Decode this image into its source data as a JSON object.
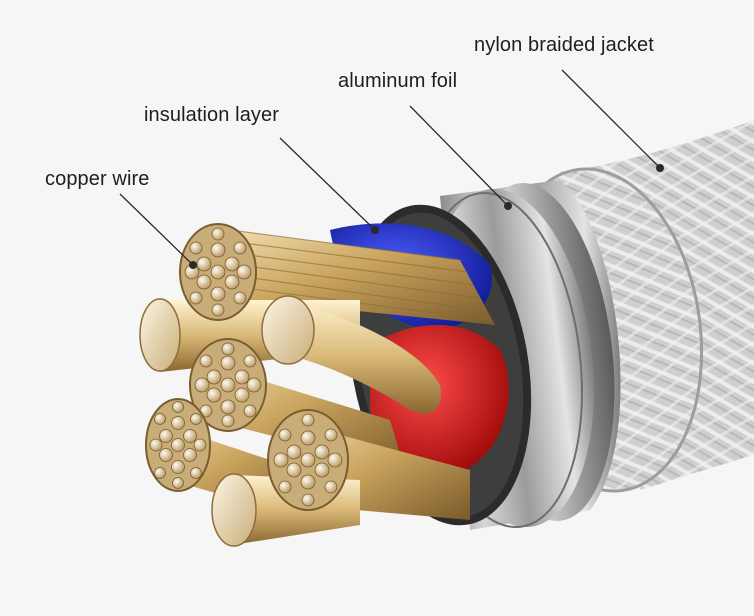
{
  "labels": {
    "nylon_braided_jacket": "nylon braided jacket",
    "aluminum_foil": "aluminum foil",
    "insulation_layer": "insulation layer",
    "copper_wire": "copper wire"
  },
  "colors": {
    "background": "#f6f6f6",
    "braid": "#d9d9d9",
    "foil": "#b5b5b5",
    "insulation_blue": "#1f2fd0",
    "insulation_red": "#e01818",
    "copper": "#d8bd85",
    "leader_line": "#2a2a2a"
  }
}
